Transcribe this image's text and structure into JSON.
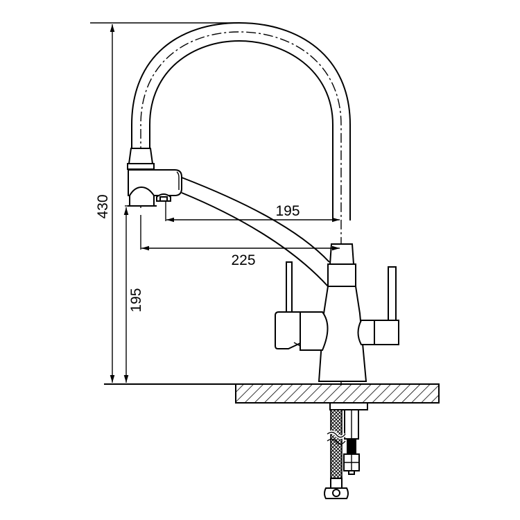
{
  "drawing": {
    "subject": "Kitchen faucet with pull-out swivel spout and two side levers (technical elevation)",
    "line_color": "#000000",
    "background": "#ffffff"
  },
  "dimensions": {
    "overall_height": {
      "value": "430",
      "orientation": "vertical"
    },
    "spout_outlet_height": {
      "value": "195",
      "orientation": "vertical"
    },
    "outlet_reach_secondary": {
      "value": "195",
      "orientation": "horizontal"
    },
    "outlet_reach_main": {
      "value": "225",
      "orientation": "horizontal"
    }
  },
  "components": [
    {
      "name": "gooseneck-spout"
    },
    {
      "name": "pull-out-head"
    },
    {
      "name": "filtered-water-spout"
    },
    {
      "name": "faucet-body"
    },
    {
      "name": "left-lever-handle"
    },
    {
      "name": "right-lever-handle"
    },
    {
      "name": "countertop-section"
    },
    {
      "name": "braided-supply-hose"
    },
    {
      "name": "mounting-stud"
    }
  ]
}
